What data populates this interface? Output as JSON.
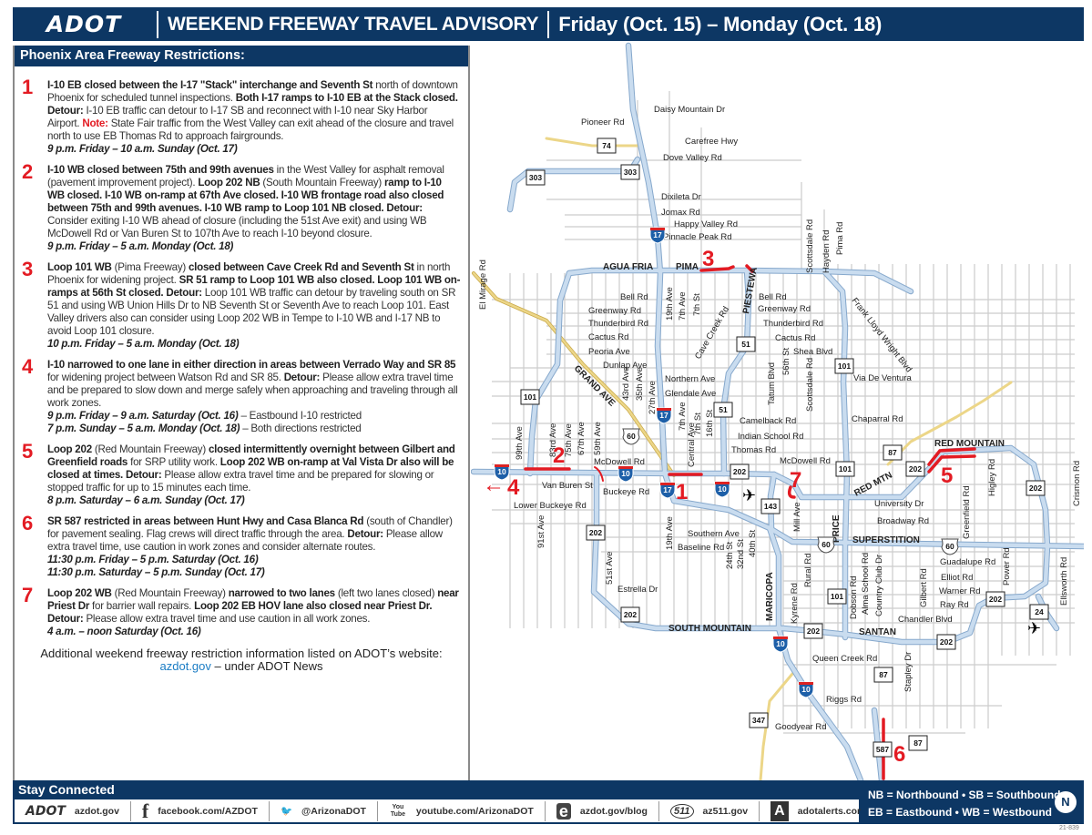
{
  "header": {
    "logo": "ADOT",
    "title": "WEEKEND FREEWAY TRAVEL ADVISORY",
    "dates": "Friday (Oct. 15) – Monday (Oct. 18)"
  },
  "panel": {
    "title": "Phoenix Area Freeway Restrictions:",
    "items": [
      {
        "num": "1",
        "segments": [
          [
            "b",
            "I-10 EB closed between the I-17 \"Stack\" interchange and Seventh St"
          ],
          [
            "n",
            " north of downtown Phoenix for scheduled tunnel inspections. "
          ],
          [
            "b",
            "Both I-17 ramps to I-10 EB at the Stack closed. Detour:"
          ],
          [
            "n",
            " I-10 EB traffic can detour to I-17 SB and reconnect with I-10 near Sky Harbor Airport. "
          ],
          [
            "r",
            "Note:"
          ],
          [
            "n",
            " State Fair traffic from the West Valley can exit ahead of the closure and travel north to use EB Thomas Rd to approach fairgrounds."
          ],
          [
            "t",
            "9 p.m. Friday – 10 a.m. Sunday (Oct. 17)"
          ]
        ]
      },
      {
        "num": "2",
        "segments": [
          [
            "b",
            "I-10 WB closed between 75th and 99th avenues"
          ],
          [
            "n",
            " in the West Valley for asphalt removal (pavement improvement project). "
          ],
          [
            "b",
            "Loop 202 NB"
          ],
          [
            "n",
            " (South Mountain Freeway) "
          ],
          [
            "b",
            "ramp to I-10 WB closed. I-10 WB on-ramp at 67th Ave closed. I-10 WB frontage road also closed between 75th and 99th avenues. I-10 WB ramp to Loop 101 NB closed. Detour:"
          ],
          [
            "n",
            " Consider exiting I-10 WB ahead of closure (including the 51st Ave exit) and using WB McDowell Rd or Van Buren St to 107th Ave to reach I-10 beyond closure."
          ],
          [
            "t",
            "9 p.m. Friday – 5 a.m. Monday (Oct. 18)"
          ]
        ]
      },
      {
        "num": "3",
        "segments": [
          [
            "b",
            "Loop 101 WB"
          ],
          [
            "n",
            " (Pima Freeway) "
          ],
          [
            "b",
            "closed between Cave Creek Rd and Seventh St"
          ],
          [
            "n",
            " in north Phoenix for widening project. "
          ],
          [
            "b",
            "SR 51 ramp to Loop 101 WB also closed. Loop 101 WB on-ramps at 56th St closed. Detour:"
          ],
          [
            "n",
            " Loop 101 WB traffic can detour by traveling south on SR 51 and using WB Union Hills Dr to NB Seventh St or Seventh Ave to reach Loop 101. East Valley drivers also can consider using Loop 202 WB in Tempe to I-10 WB and I-17 NB to avoid Loop 101 closure."
          ],
          [
            "t",
            "10 p.m. Friday – 5 a.m. Monday (Oct. 18)"
          ]
        ]
      },
      {
        "num": "4",
        "segments": [
          [
            "b",
            "I-10 narrowed to one lane in either direction in areas between Verrado Way and SR 85"
          ],
          [
            "n",
            " for widening project between Watson Rd and SR 85. "
          ],
          [
            "b",
            "Detour:"
          ],
          [
            "n",
            " Please allow extra travel time and be prepared to slow down and merge safely when approaching and traveling through all work zones."
          ],
          [
            "ti",
            "9 p.m. Friday – 9 a.m. Saturday (Oct. 16)"
          ],
          [
            "n",
            " – Eastbound I-10 restricted"
          ],
          [
            "ti",
            "7 p.m. Sunday – 5 a.m. Monday (Oct. 18)"
          ],
          [
            "n",
            " – Both directions restricted"
          ]
        ]
      },
      {
        "num": "5",
        "segments": [
          [
            "b",
            "Loop 202"
          ],
          [
            "n",
            " (Red Mountain Freeway) "
          ],
          [
            "b",
            "closed intermittently overnight between Gilbert and Greenfield roads"
          ],
          [
            "n",
            " for SRP utility work. "
          ],
          [
            "b",
            "Loop 202 WB on-ramp at Val Vista Dr also will be closed at times. Detour:"
          ],
          [
            "n",
            " Please allow extra travel time and be prepared for slowing or stopped traffic for up to 15 minutes each time."
          ],
          [
            "t",
            "8 p.m. Saturday – 6 a.m. Sunday (Oct. 17)"
          ]
        ]
      },
      {
        "num": "6",
        "segments": [
          [
            "b",
            "SR 587 restricted in areas between Hunt Hwy and Casa Blanca Rd"
          ],
          [
            "n",
            " (south of Chandler) for pavement sealing. Flag crews will direct traffic through the area. "
          ],
          [
            "b",
            "Detour:"
          ],
          [
            "n",
            " Please allow extra travel time, use caution in work zones and consider alternate routes."
          ],
          [
            "t",
            "11:30 p.m. Friday – 5 p.m. Saturday (Oct. 16)"
          ],
          [
            "t",
            "11:30 p.m. Saturday – 5 p.m. Sunday (Oct. 17)"
          ]
        ]
      },
      {
        "num": "7",
        "segments": [
          [
            "b",
            "Loop 202 WB"
          ],
          [
            "n",
            " (Red Mountain Freeway) "
          ],
          [
            "b",
            "narrowed to two lanes"
          ],
          [
            "n",
            " (left two lanes closed) "
          ],
          [
            "b",
            "near Priest Dr"
          ],
          [
            "n",
            " for barrier wall repairs. "
          ],
          [
            "b",
            "Loop 202 EB HOV lane also closed near Priest Dr. Detour:"
          ],
          [
            "n",
            " Please allow extra travel time and use caution in all work zones."
          ],
          [
            "t",
            "4 a.m. – noon Saturday (Oct. 16)"
          ]
        ]
      }
    ],
    "more_text": "Additional weekend freeway restriction information listed on ADOT’s website:",
    "more_link": "azdot.gov",
    "more_suffix": " – under ADOT News"
  },
  "map": {
    "labels": [
      "Daisy Mountain Dr",
      "Pioneer Rd",
      "Carefree Hwy",
      "Dove Valley Rd",
      "Dixileta Dr",
      "Jomax Rd",
      "Happy Valley Rd",
      "Pinnacle Peak Rd",
      "AGUA FRIA",
      "PIMA",
      "Bell Rd",
      "Greenway Rd",
      "Thunderbird Rd",
      "Cactus Rd",
      "Peoria Ave",
      "Dunlap Ave",
      "Northern Ave",
      "Glendale Ave",
      "Bell Rd",
      "Greenway Rd",
      "Thunderbird Rd",
      "Cactus Rd",
      "Shea  Blvd",
      "Via De Ventura",
      "Chaparral Rd",
      "Camelback Rd",
      "Indian School Rd",
      "Thomas Rd",
      "McDowell Rd",
      "McDowell Rd",
      "Van Buren St",
      "Buckeye Rd",
      "Lower Buckeye Rd",
      "University Dr",
      "Broadway Rd",
      "SUPERSTITION",
      "Southern Ave",
      "Baseline Rd",
      "Guadalupe Rd",
      "Elliot Rd",
      "Warner Rd",
      "Ray Rd",
      "Chandler Blvd",
      "SOUTH MOUNTAIN",
      "SANTAN",
      "Queen Creek Rd",
      "Estrella Dr",
      "Riggs Rd",
      "Goodyear Rd",
      "RED MOUNTAIN",
      "RED MTN",
      "GRAND AVE",
      "PIESTEWA",
      "PRICE",
      "MARICOPA",
      "Frank Lloyd Wright Blvd",
      "Cave Creek Rd",
      "El Mirage Rd",
      "99th Ave",
      "83rd Ave",
      "75th Ave",
      "67th Ave",
      "59th Ave",
      "43rd Ave",
      "35th Ave",
      "27th Ave",
      "19th Ave",
      "7th Ave",
      "7th St",
      "7th Ave",
      "Central Ave",
      "7th St",
      "16th St",
      "Tatum Blvd",
      "56th St",
      "Scottsdale Rd",
      "Scottsdale Rd",
      "Hayden Rd",
      "Pima Rd",
      "91st Ave",
      "51st Ave",
      "19th Ave",
      "24th St",
      "32nd St",
      "40th St",
      "Mill Ave",
      "Kyrene Rd",
      "Rural Rd",
      "Dobson Rd",
      "Alma School Rd",
      "Country Club Dr",
      "Gilbert Rd",
      "Stapley Dr",
      "Greenfield Rd",
      "Higley Rd",
      "Power Rd",
      "Ellsworth Rd",
      "Crismon Rd"
    ],
    "shields": [
      "17",
      "17",
      "17",
      "10",
      "10",
      "10",
      "10",
      "10",
      "60",
      "60",
      "60",
      "74",
      "303",
      "303",
      "101",
      "101",
      "101",
      "101",
      "51",
      "51",
      "202",
      "202",
      "202",
      "202",
      "202",
      "202",
      "202",
      "202",
      "143",
      "87",
      "87",
      "87",
      "347",
      "587",
      "24"
    ],
    "markers": [
      "1",
      "2",
      "3",
      "4",
      "5",
      "6",
      "7"
    ],
    "arrow": "←",
    "colors": {
      "freeway": "#c9dcef",
      "closure": "#e31b23",
      "highway": "#e8cf7a",
      "street": "#cccccc"
    }
  },
  "footer": {
    "stay_connected": "Stay Connected",
    "social": [
      {
        "icon": "ADOT",
        "text": "azdot.gov"
      },
      {
        "icon": "f",
        "text": "facebook.com/AZDOT"
      },
      {
        "icon": "🐦",
        "text": "@ArizonaDOT"
      },
      {
        "icon": "You Tube",
        "text": "youtube.com/ArizonaDOT"
      },
      {
        "icon": "e",
        "text": "azdot.gov/blog"
      },
      {
        "icon": "511",
        "text": "az511.gov"
      },
      {
        "icon": "A",
        "text": "adotalerts.com"
      }
    ],
    "legend_line1": "NB = Northbound  •  SB = Southbound",
    "legend_line2": "EB = Eastbound   •  WB = Westbound",
    "north": "N",
    "code": "21-839"
  }
}
